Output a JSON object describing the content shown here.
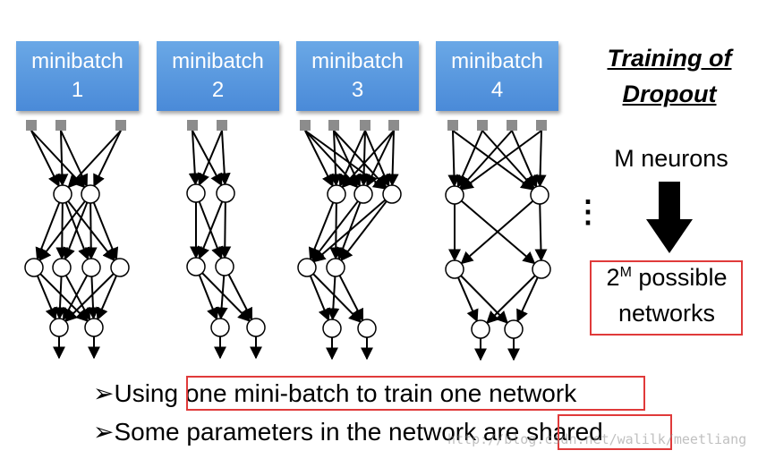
{
  "minibatches": [
    {
      "word": "minibatch",
      "num": "1"
    },
    {
      "word": "minibatch",
      "num": "2"
    },
    {
      "word": "minibatch",
      "num": "3"
    },
    {
      "word": "minibatch",
      "num": "4"
    }
  ],
  "title_line1": "Training of",
  "title_line2": "Dropout",
  "m_neurons": "M neurons",
  "possible_base": "2",
  "possible_exp": "M",
  "possible_rest": " possible",
  "possible_line2": "networks",
  "ellipsis": "⋮",
  "bullet_marker": "➢",
  "bullet1_pre": "Using ",
  "bullet1_boxed": "one mini-batch to train one network",
  "bullet2_pre": "Some parameters in the network are ",
  "bullet2_boxed": "shared",
  "watermark": "http://blog.csdn.net/walilk/meetliang",
  "colors": {
    "box_blue": "#4a8ad8",
    "highlight_red": "#e03a3a",
    "input_gray": "#8c8c8c"
  }
}
